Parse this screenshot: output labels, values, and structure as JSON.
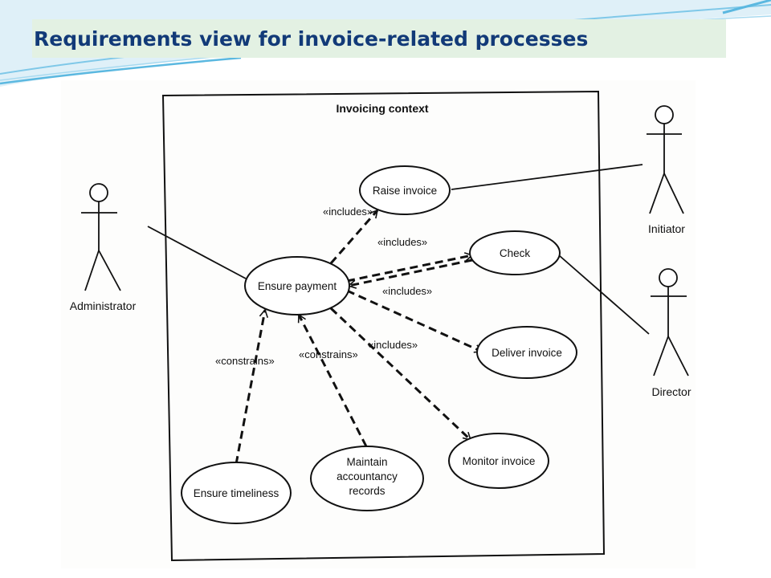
{
  "slide": {
    "title": "Requirements view for invoice-related processes",
    "title_color": "#123a78",
    "title_band_color": "#e3f1e3",
    "accent_color": "#5bb8e0"
  },
  "diagram": {
    "type": "UML use case diagram",
    "boundary_label": "Invoicing context",
    "actors": [
      {
        "id": "administrator",
        "label": "Administrator"
      },
      {
        "id": "initiator",
        "label": "Initiator"
      },
      {
        "id": "director",
        "label": "Director"
      }
    ],
    "use_cases": [
      {
        "id": "raise_invoice",
        "lines": [
          "Raise invoice"
        ]
      },
      {
        "id": "ensure_payment",
        "lines": [
          "Ensure payment"
        ]
      },
      {
        "id": "check",
        "lines": [
          "Check"
        ]
      },
      {
        "id": "deliver_invoice",
        "lines": [
          "Deliver invoice"
        ]
      },
      {
        "id": "monitor_invoice",
        "lines": [
          "Monitor invoice"
        ]
      },
      {
        "id": "ensure_timeliness",
        "lines": [
          "Ensure timeliness"
        ]
      },
      {
        "id": "maintain_records",
        "lines": [
          "Maintain",
          "accountancy",
          "records"
        ]
      }
    ],
    "associations": [
      {
        "actor": "administrator",
        "use_case": "ensure_payment"
      },
      {
        "actor": "initiator",
        "use_case": "raise_invoice"
      },
      {
        "actor": "director",
        "use_case": "check"
      }
    ],
    "relations": [
      {
        "from": "ensure_payment",
        "to": "raise_invoice",
        "label": "«includes»"
      },
      {
        "from": "ensure_payment",
        "to": "check",
        "label": "«includes»"
      },
      {
        "from": "check",
        "to": "ensure_payment",
        "label": "«includes»"
      },
      {
        "from": "ensure_payment",
        "to": "deliver_invoice",
        "label": "«includes»"
      },
      {
        "from": "ensure_payment",
        "to": "monitor_invoice",
        "label": "«includes»"
      },
      {
        "from": "ensure_timeliness",
        "to": "ensure_payment",
        "label": "«constrains»"
      },
      {
        "from": "maintain_records",
        "to": "ensure_payment",
        "label": "«constrains»"
      }
    ]
  }
}
